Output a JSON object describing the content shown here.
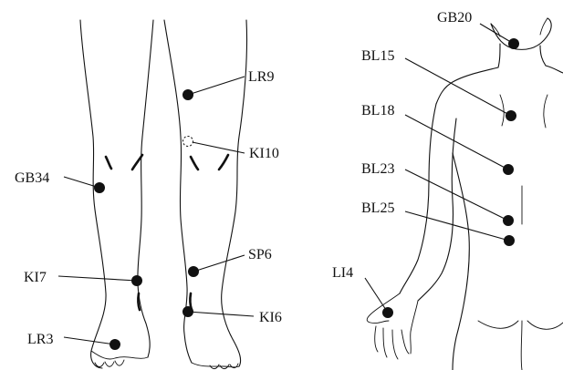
{
  "colors": {
    "line": "#111111",
    "background": "#ffffff"
  },
  "points": {
    "lr9": {
      "label": "LR9",
      "marker": "filled"
    },
    "ki10": {
      "label": "KI10",
      "marker": "hollow"
    },
    "gb34": {
      "label": "GB34",
      "marker": "filled"
    },
    "sp6": {
      "label": "SP6",
      "marker": "filled"
    },
    "ki7": {
      "label": "KI7",
      "marker": "filled"
    },
    "ki6": {
      "label": "KI6",
      "marker": "filled"
    },
    "lr3": {
      "label": "LR3",
      "marker": "filled"
    },
    "gb20": {
      "label": "GB20",
      "marker": "filled"
    },
    "bl15": {
      "label": "BL15",
      "marker": "filled"
    },
    "bl18": {
      "label": "BL18",
      "marker": "filled"
    },
    "bl23": {
      "label": "BL23",
      "marker": "filled"
    },
    "bl25": {
      "label": "BL25",
      "marker": "filled"
    },
    "li4": {
      "label": "LI4",
      "marker": "filled"
    }
  }
}
